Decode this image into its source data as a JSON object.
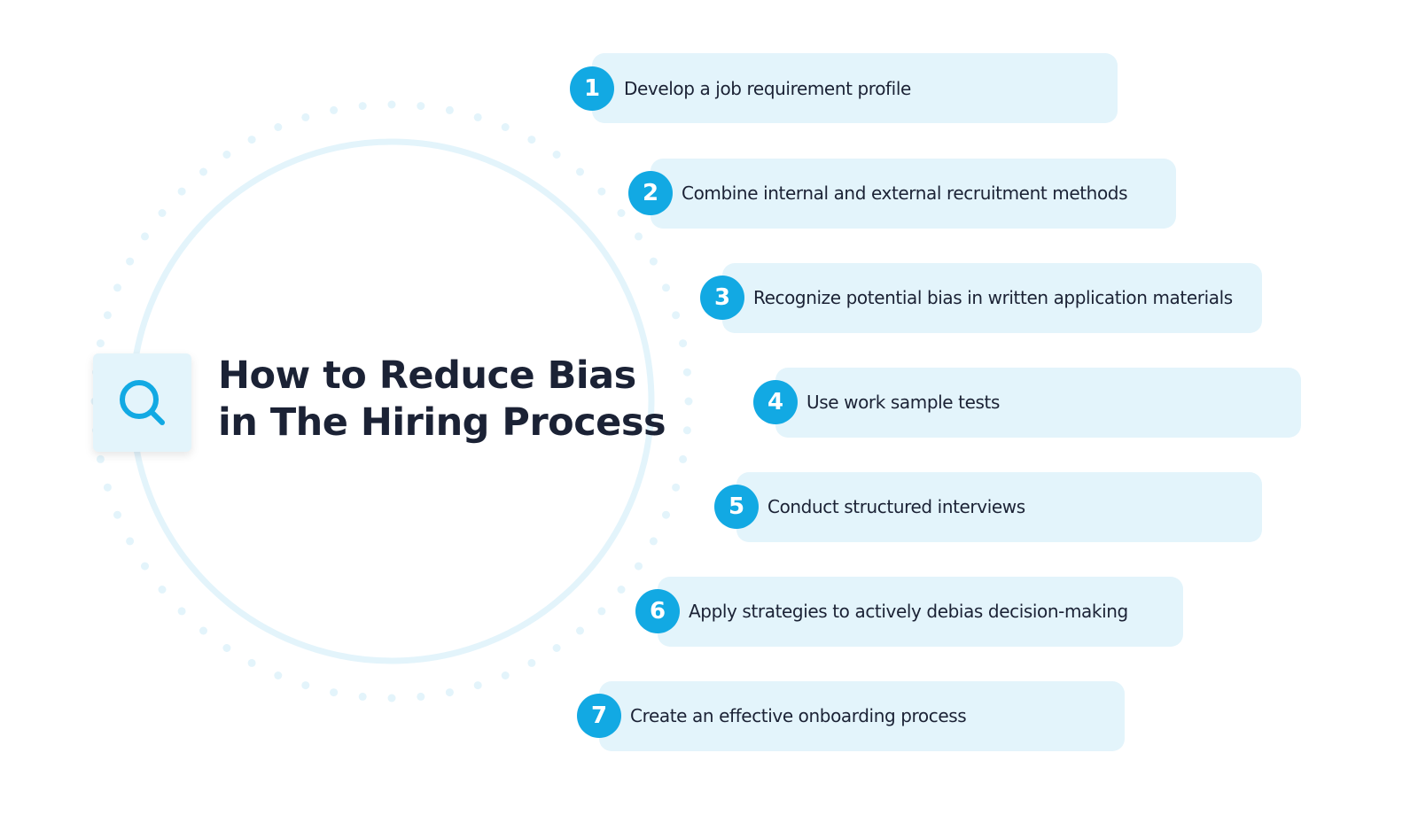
{
  "colors": {
    "accent": "#12a9e3",
    "pill_background": "#e3f4fb",
    "ring": "#e3f4fb",
    "dots": "#e3f4fb",
    "title_text": "#1b2235"
  },
  "header": {
    "icon": "search-icon",
    "title_line1": "How to Reduce Bias",
    "title_line2": "in The Hiring Process"
  },
  "steps": [
    {
      "number": "1",
      "label": "Develop a job requirement profile"
    },
    {
      "number": "2",
      "label": "Combine internal and external recruitment methods"
    },
    {
      "number": "3",
      "label": "Recognize potential bias in written application materials"
    },
    {
      "number": "4",
      "label": "Use work sample tests"
    },
    {
      "number": "5",
      "label": "Conduct structured interviews"
    },
    {
      "number": "6",
      "label": "Apply strategies to actively debias decision-making"
    },
    {
      "number": "7",
      "label": "Create an effective onboarding process"
    }
  ]
}
